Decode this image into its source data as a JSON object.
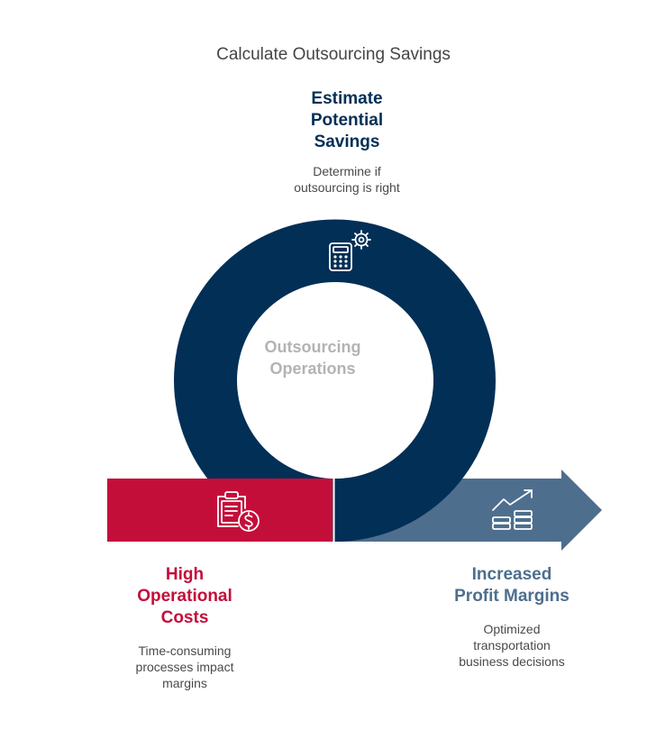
{
  "title": "Calculate Outsourcing Savings",
  "center": {
    "line1": "Outsourcing",
    "line2": "Operations"
  },
  "stages": {
    "estimate": {
      "heading": [
        "Estimate",
        "Potential",
        "Savings"
      ],
      "description": [
        "Determine if",
        "outsourcing is right"
      ],
      "icon": "calculator-gear-icon",
      "color": "#022f56"
    },
    "costs": {
      "heading": [
        "High",
        "Operational",
        "Costs"
      ],
      "description": [
        "Time-consuming",
        "processes impact",
        "margins"
      ],
      "icon": "invoice-dollar-icon",
      "color": "#c40e3a"
    },
    "profit": {
      "heading": [
        "Increased",
        "Profit Margins"
      ],
      "description": [
        "Optimized",
        "transportation",
        "business decisions"
      ],
      "icon": "growth-coins-icon",
      "color": "#4e6e8e"
    }
  }
}
